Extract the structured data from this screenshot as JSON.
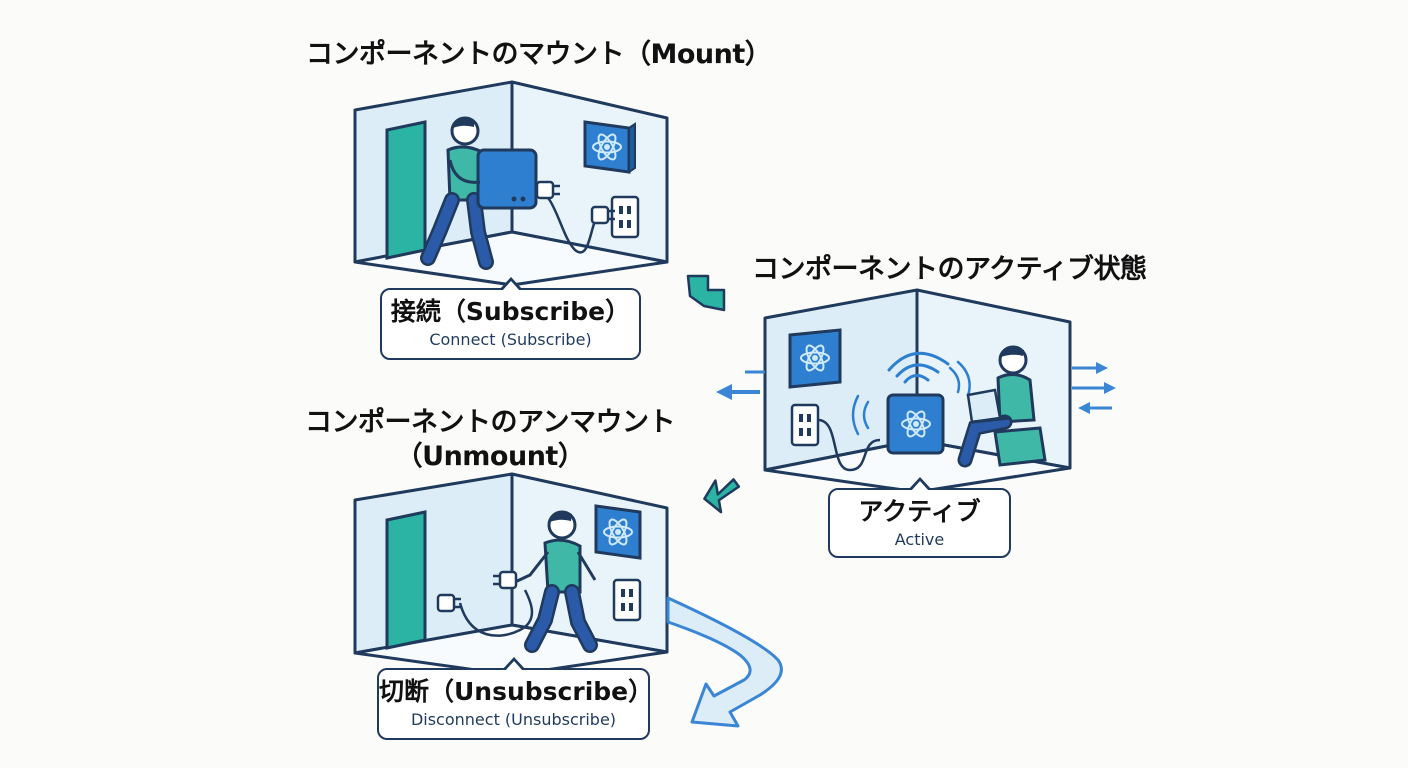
{
  "mount": {
    "title": "コンポーネントのマウント（Mount）",
    "label_main": "接続（Subscribe）",
    "label_sub": "Connect (Subscribe)"
  },
  "active": {
    "title": "コンポーネントのアクティブ状態",
    "label_main": "アクティブ",
    "label_sub": "Active"
  },
  "unmount": {
    "title_line1": "コンポーネントのアンマウント",
    "title_line2": "（Unmount）",
    "label_main": "切断（Unsubscribe）",
    "label_sub": "Disconnect (Unsubscribe)"
  },
  "icons": [
    "react-atom-icon",
    "power-plug-icon",
    "wall-outlet-icon",
    "door-icon",
    "wifi-signal-icon",
    "laptop-icon",
    "flow-arrow-icon"
  ],
  "colors": {
    "outline": "#1f3a5c",
    "room_fill": "#dcedf7",
    "door": "#2bb3a3",
    "device": "#2f7fd1",
    "shirt": "#3fb8a8",
    "pants": "#2a5aa8",
    "arrow_teal": "#2bb3a3",
    "arrow_blue": "#3a86d4"
  }
}
